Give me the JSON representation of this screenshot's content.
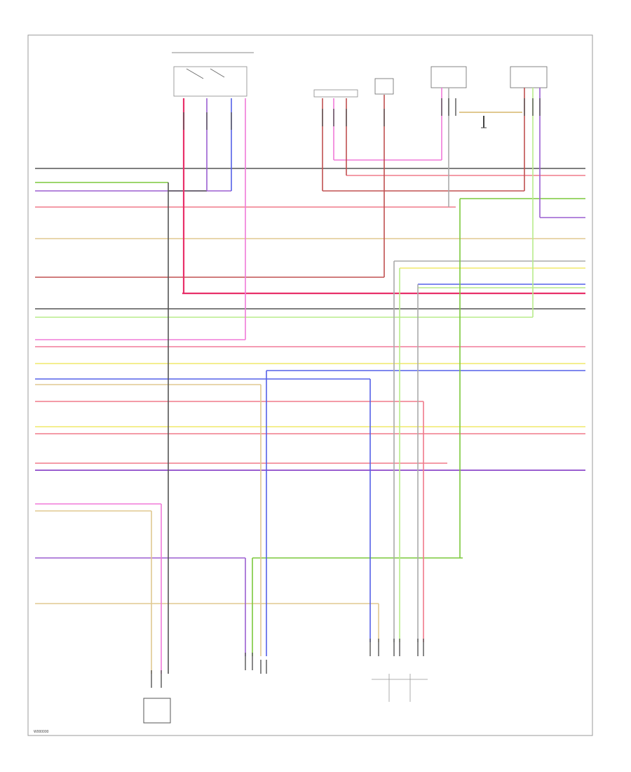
{
  "diagram": {
    "frame_label": "W000000",
    "components": [
      {
        "id": "top-switch",
        "label": ""
      },
      {
        "id": "top-sensor-1",
        "label": ""
      },
      {
        "id": "top-sensor-2",
        "label": ""
      },
      {
        "id": "top-sensor-3",
        "label": ""
      },
      {
        "id": "top-sensor-4",
        "label": ""
      },
      {
        "id": "bottom-module-1",
        "label": ""
      },
      {
        "id": "bottom-sensor-2",
        "label": ""
      },
      {
        "id": "bottom-sensor-3",
        "label": ""
      }
    ],
    "ground_label": "",
    "wire_colors": {
      "black": "#555555",
      "red": "#e8506a",
      "pink": "#f07ad8",
      "purple": "#9b5fd0",
      "blue": "#5560e8",
      "green": "#7cc83c",
      "lightgreen": "#b8ec8a",
      "yellow": "#f0e86a",
      "tan": "#e0c890",
      "gray": "#aaaaaa",
      "brownred": "#c05050"
    }
  }
}
